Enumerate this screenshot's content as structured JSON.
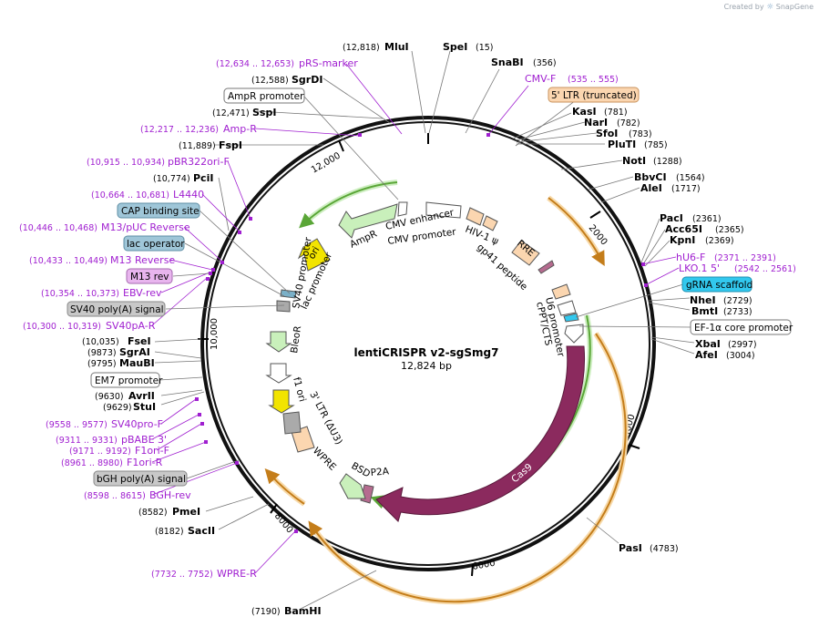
{
  "brand": {
    "created_by": "Created by",
    "product": "SnapGene"
  },
  "plasmid": {
    "name": "lentiCRISPR v2-sgSmg7",
    "size_label": "12,824 bp"
  },
  "ticks": [
    "2000",
    "4000",
    "6000",
    "8000",
    "10,000",
    "12,000"
  ],
  "enzymes": [
    {
      "name": "MluI",
      "pos": "(12,818)"
    },
    {
      "name": "SpeI",
      "pos": "(15)"
    },
    {
      "name": "SnaBI",
      "pos": "(356)"
    },
    {
      "name": "KasI",
      "pos": "(781)"
    },
    {
      "name": "NarI",
      "pos": "(782)"
    },
    {
      "name": "SfoI",
      "pos": "(783)"
    },
    {
      "name": "PluTI",
      "pos": "(785)"
    },
    {
      "name": "NotI",
      "pos": "(1288)"
    },
    {
      "name": "BbvCI",
      "pos": "(1564)"
    },
    {
      "name": "AleI",
      "pos": "(1717)"
    },
    {
      "name": "PacI",
      "pos": "(2361)"
    },
    {
      "name": "Acc65I",
      "pos": "(2365)"
    },
    {
      "name": "KpnI",
      "pos": "(2369)"
    },
    {
      "name": "NheI",
      "pos": "(2729)"
    },
    {
      "name": "BmtI",
      "pos": "(2733)"
    },
    {
      "name": "XbaI",
      "pos": "(2997)"
    },
    {
      "name": "AfeI",
      "pos": "(3004)"
    },
    {
      "name": "PasI",
      "pos": "(4783)"
    },
    {
      "name": "BamHI",
      "pos": "(7190)"
    },
    {
      "name": "SacII",
      "pos": "(8182)"
    },
    {
      "name": "PmeI",
      "pos": "(8582)"
    },
    {
      "name": "StuI",
      "pos": "(9629)"
    },
    {
      "name": "AvrII",
      "pos": "(9630)"
    },
    {
      "name": "MauBI",
      "pos": "(9795)"
    },
    {
      "name": "SgrAI",
      "pos": "(9873)"
    },
    {
      "name": "FseI",
      "pos": "(10,035)"
    },
    {
      "name": "PciI",
      "pos": "(10,774)"
    },
    {
      "name": "FspI",
      "pos": "(11,889)"
    },
    {
      "name": "SspI",
      "pos": "(12,471)"
    },
    {
      "name": "SgrDI",
      "pos": "(12,588)"
    }
  ],
  "primers": [
    {
      "name": "pRS-marker",
      "pos": "(12,634 .. 12,653)"
    },
    {
      "name": "CMV-F",
      "pos": "(535 .. 555)"
    },
    {
      "name": "Amp-R",
      "pos": "(12,217 .. 12,236)"
    },
    {
      "name": "pBR322ori-F",
      "pos": "(10,915 .. 10,934)"
    },
    {
      "name": "L4440",
      "pos": "(10,664 .. 10,681)"
    },
    {
      "name": "M13/pUC Reverse",
      "pos": "(10,446 .. 10,468)"
    },
    {
      "name": "M13 Reverse",
      "pos": "(10,433 .. 10,449)"
    },
    {
      "name": "EBV-rev",
      "pos": "(10,354 .. 10,373)"
    },
    {
      "name": "SV40pA-R",
      "pos": "(10,300 .. 10,319)"
    },
    {
      "name": "hU6-F",
      "pos": "(2371 .. 2391)"
    },
    {
      "name": "LKO.1 5'",
      "pos": "(2542 .. 2561)"
    },
    {
      "name": "SV40pro-F",
      "pos": "(9558 .. 9577)"
    },
    {
      "name": "pBABE 3'",
      "pos": "(9311 .. 9331)"
    },
    {
      "name": "F1ori-F",
      "pos": "(9171 .. 9192)"
    },
    {
      "name": "F1ori-R",
      "pos": "(8961 .. 8980)"
    },
    {
      "name": "BGH-rev",
      "pos": "(8598 .. 8615)"
    },
    {
      "name": "WPRE-R",
      "pos": "(7732 .. 7752)"
    }
  ],
  "boxes": {
    "ampr_promoter": "AmpR promoter",
    "ltr5": "5' LTR (truncated)",
    "cap_site": "CAP binding site",
    "lac_operator": "lac operator",
    "m13_rev": "M13 rev",
    "sv40_polya": "SV40 poly(A) signal",
    "em7": "EM7 promoter",
    "bgh_polya": "bGH poly(A) signal",
    "grna_scaffold": "gRNA scaffold",
    "ef1a_core": "EF-1α core promoter"
  },
  "features": {
    "cmv_enhancer": "CMV enhancer",
    "cmv_promoter": "CMV promoter",
    "hiv_psi": "HIV-1 ψ",
    "rre": "RRE",
    "gp41": "gp41 peptide",
    "u6": "U6 promoter",
    "cppt": "cPPT/CTS",
    "cas9": "Cas9",
    "p2a": "P2A",
    "bsd": "BSD",
    "wpre": "WPRE",
    "ltr3": "3' LTR (ΔU3)",
    "f1ori": "f1 ori",
    "sv40_promoter": "SV40 promoter",
    "bleor": "BleoR",
    "lac_promoter": "lac promoter",
    "ori": "ori",
    "ampr": "AmpR"
  },
  "colors": {
    "backbone": "#1a1a1a",
    "enzyme_text": "#000000",
    "primer": "#a01fd0",
    "orange_feature": "#e8a23c",
    "green_feature": "#8fcf6b",
    "cas9": "#8b2a5e",
    "yellow_feature": "#f2e400",
    "grna_scaffold": "#32c8ee"
  }
}
